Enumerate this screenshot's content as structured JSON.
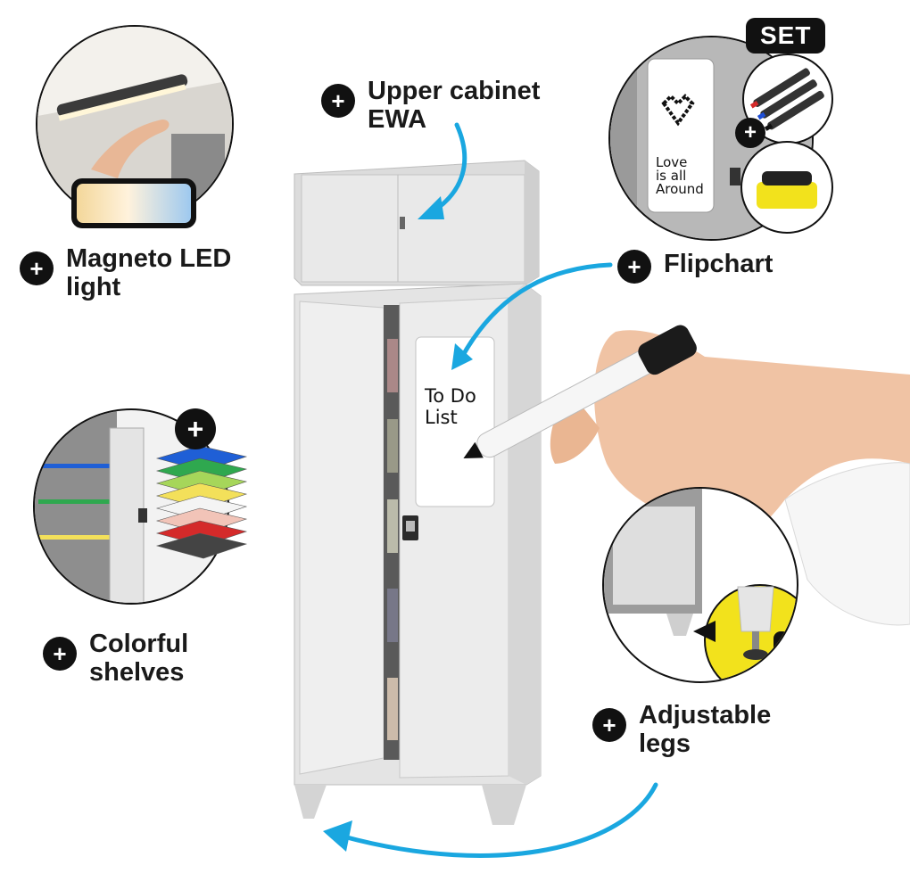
{
  "callouts": {
    "upper_cabinet": {
      "line1": "Upper cabinet",
      "line2": "EWA"
    },
    "led": {
      "line1": "Magneto LED",
      "line2": "light"
    },
    "flipchart": {
      "line1": "Flipchart"
    },
    "shelves": {
      "line1": "Colorful",
      "line2": "shelves"
    },
    "legs": {
      "line1": "Adjustable",
      "line2": "legs"
    }
  },
  "plus_symbol": "+",
  "set_badge": "SET",
  "flipchart_board": {
    "line1": "Love",
    "line2": "is all",
    "line3": "Around"
  },
  "cabinet_board": {
    "line1": "To Do",
    "line2": "List"
  },
  "colors": {
    "arrow": "#1aa7e0",
    "accent_yellow": "#f2e21c",
    "shelf_colors": [
      "#1f5fd6",
      "#2fa84f",
      "#a6d65a",
      "#f3e05a",
      "#f4f4f4",
      "#f2c4b8",
      "#d42a2a",
      "#444444"
    ]
  }
}
